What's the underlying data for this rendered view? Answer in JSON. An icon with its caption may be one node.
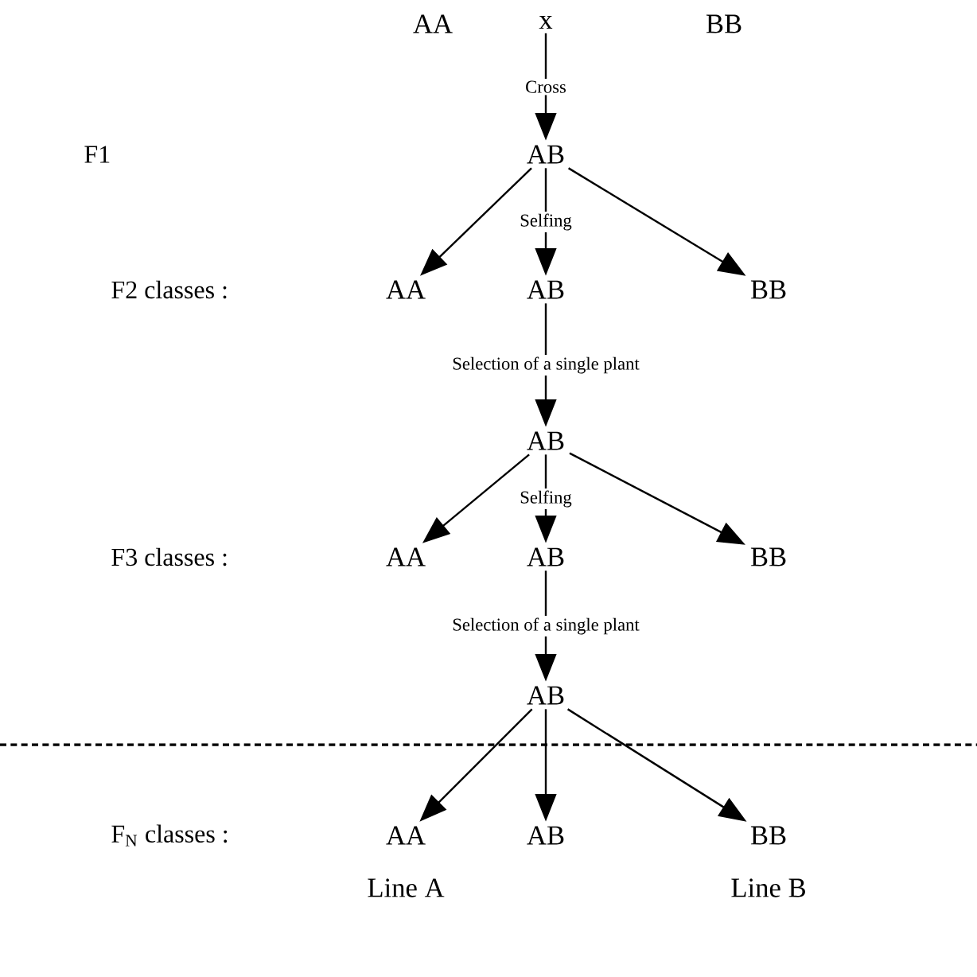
{
  "diagram": {
    "nodes": [
      {
        "text": [
          "AA"
        ]
      },
      {
        "text": [
          "x"
        ]
      },
      {
        "text": [
          "BB"
        ]
      },
      {
        "text": [
          "AB"
        ]
      },
      {
        "text": [
          "AA"
        ]
      },
      {
        "text": [
          "AB"
        ]
      },
      {
        "text": [
          "BB"
        ]
      },
      {
        "text": [
          "AB"
        ]
      },
      {
        "text": [
          "AA"
        ]
      },
      {
        "text": [
          "AB"
        ]
      },
      {
        "text": [
          "BB"
        ]
      },
      {
        "text": [
          "AB"
        ]
      },
      {
        "text": [
          "AA"
        ],
        "beside": [
          "Line A"
        ]
      },
      {
        "text": [
          "AB"
        ]
      },
      {
        "text": [
          "BB"
        ],
        "beside": [
          "Line B"
        ]
      }
    ],
    "edges": [
      {
        "from": 1,
        "to": 3,
        "arrow": "to",
        "label": "Cross"
      },
      {
        "from": 3,
        "to": 4,
        "arrow": "to"
      },
      {
        "from": 3,
        "to": 5,
        "arrow": "to",
        "label": "Selfing"
      },
      {
        "from": 3,
        "to": 6,
        "arrow": "to"
      },
      {
        "from": 5,
        "to": 7,
        "arrow": "to",
        "label": "Selection of a single plant"
      },
      {
        "from": 7,
        "to": 8,
        "arrow": "to"
      },
      {
        "from": 7,
        "to": 9,
        "arrow": "to",
        "label": "Selfing"
      },
      {
        "from": 7,
        "to": 10,
        "arrow": "to"
      },
      {
        "from": 9,
        "to": 11,
        "arrow": "to",
        "label": "Selection of a single plant"
      },
      {
        "from": 11,
        "to": 12,
        "arrow": "to"
      },
      {
        "from": 11,
        "to": 13,
        "arrow": "to"
      },
      {
        "from": 11,
        "to": 14,
        "arrow": "to"
      }
    ],
    "labels": [
      "F1",
      "F2 classes :",
      "F3 classes :",
      "F$_{N}$ classes :"
    ]
  }
}
